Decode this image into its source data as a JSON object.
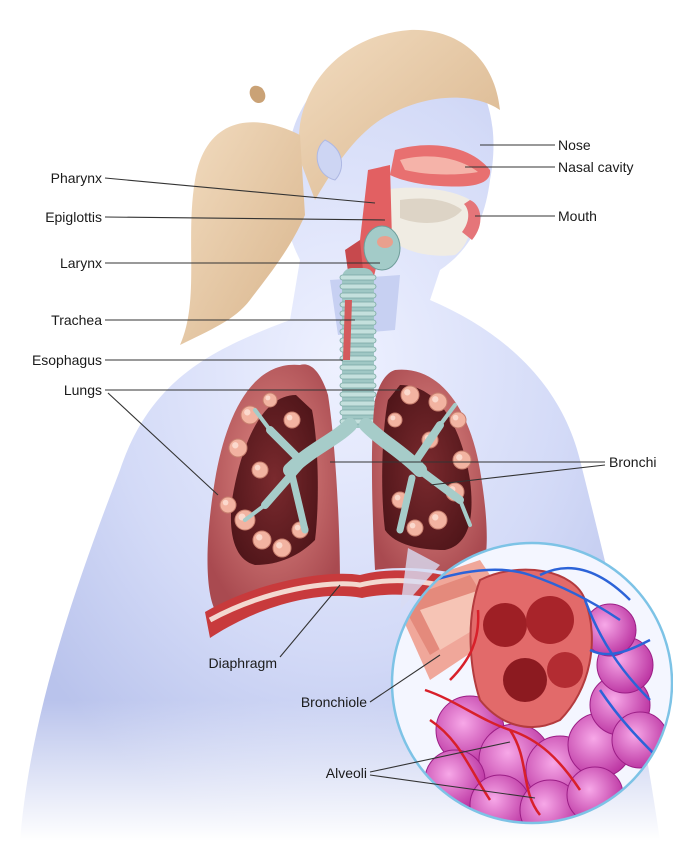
{
  "labels": {
    "nose": "Nose",
    "nasal_cavity": "Nasal cavity",
    "mouth": "Mouth",
    "pharynx": "Pharynx",
    "epiglottis": "Epiglottis",
    "larynx": "Larynx",
    "trachea": "Trachea",
    "esophagus": "Esophagus",
    "lungs": "Lungs",
    "bronchi": "Bronchi",
    "diaphragm": "Diaphragm",
    "bronchiole": "Bronchiole",
    "alveoli": "Alveoli"
  },
  "colors": {
    "body": "#c9d3f3",
    "hair": "#e6c8a3",
    "lung": "#b9575a",
    "airway": "#9fc7c4",
    "alveoli": "#d84fb8",
    "vein": "#2c63d8",
    "artery": "#d8202a",
    "magnifier_ring": "#7dc3e6"
  }
}
